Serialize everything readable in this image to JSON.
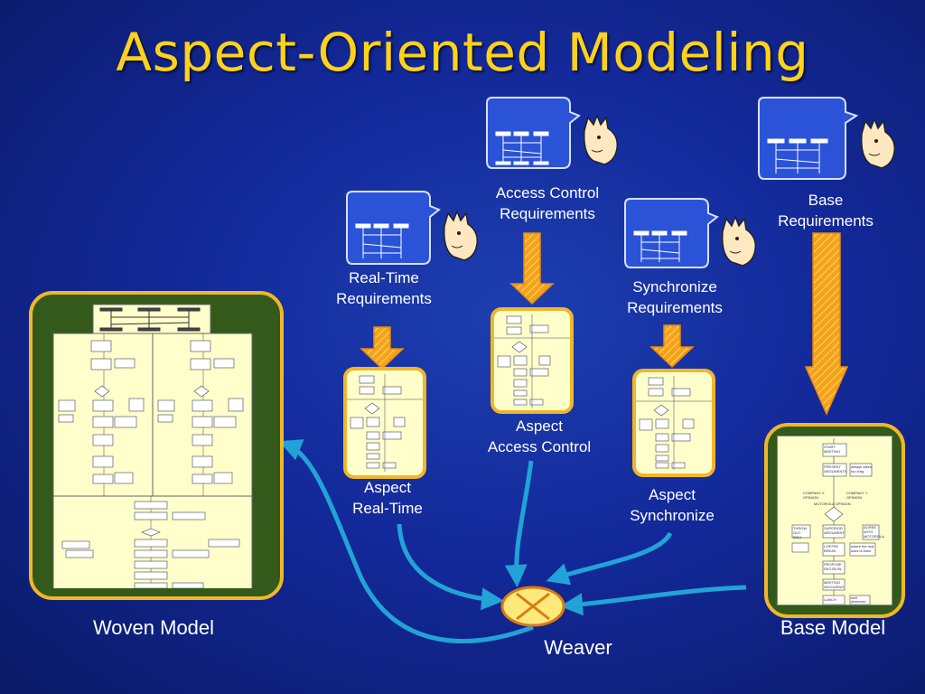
{
  "title": "Aspect-Oriented Modeling",
  "requirements": {
    "access_control": "Access Control\nRequirements",
    "base": "Base\nRequirements",
    "real_time": "Real-Time\nRequirements",
    "synchronize": "Synchronize\nRequirements"
  },
  "aspects": {
    "access_control": "Aspect\nAccess Control",
    "real_time": "Aspect\nReal-Time",
    "synchronize": "Aspect\nSynchronize"
  },
  "models": {
    "woven": "Woven Model",
    "base": "Base Model",
    "weaver": "Weaver"
  },
  "flowchart_text": {
    "start": "START\nMEETING",
    "present": "PRESENT\nARGUMENTS",
    "always": "always takes\ntoo long",
    "company_x": "COMPANY X\nOPINION",
    "company_y": "COMPANY Y\nOPINION",
    "motorola": "MOTOROLA OPINION",
    "throw_out": "THROW OUT\nIDEA",
    "superior": "SUPERIOR\nARGUMENT",
    "agree": "AGREE\nWITH\nMOTOROLA",
    "coffee": "COFFEE\nBREAK",
    "where": "where the real\nwork is done",
    "propose": "PROPOSE\nDECISION",
    "meeting": "MEETING\nADJOURNS",
    "lunch": "LUNCH",
    "well": "well\ndeserved"
  },
  "colors": {
    "title": "#ffd21a",
    "arrow_orange": "#f5a21a",
    "curve_blue": "#22a3d8",
    "model_fill": "#ffffcc",
    "model_border": "#f0b62a",
    "woven_fill": "#335a1a",
    "weaver_fill": "#ffe97a"
  }
}
